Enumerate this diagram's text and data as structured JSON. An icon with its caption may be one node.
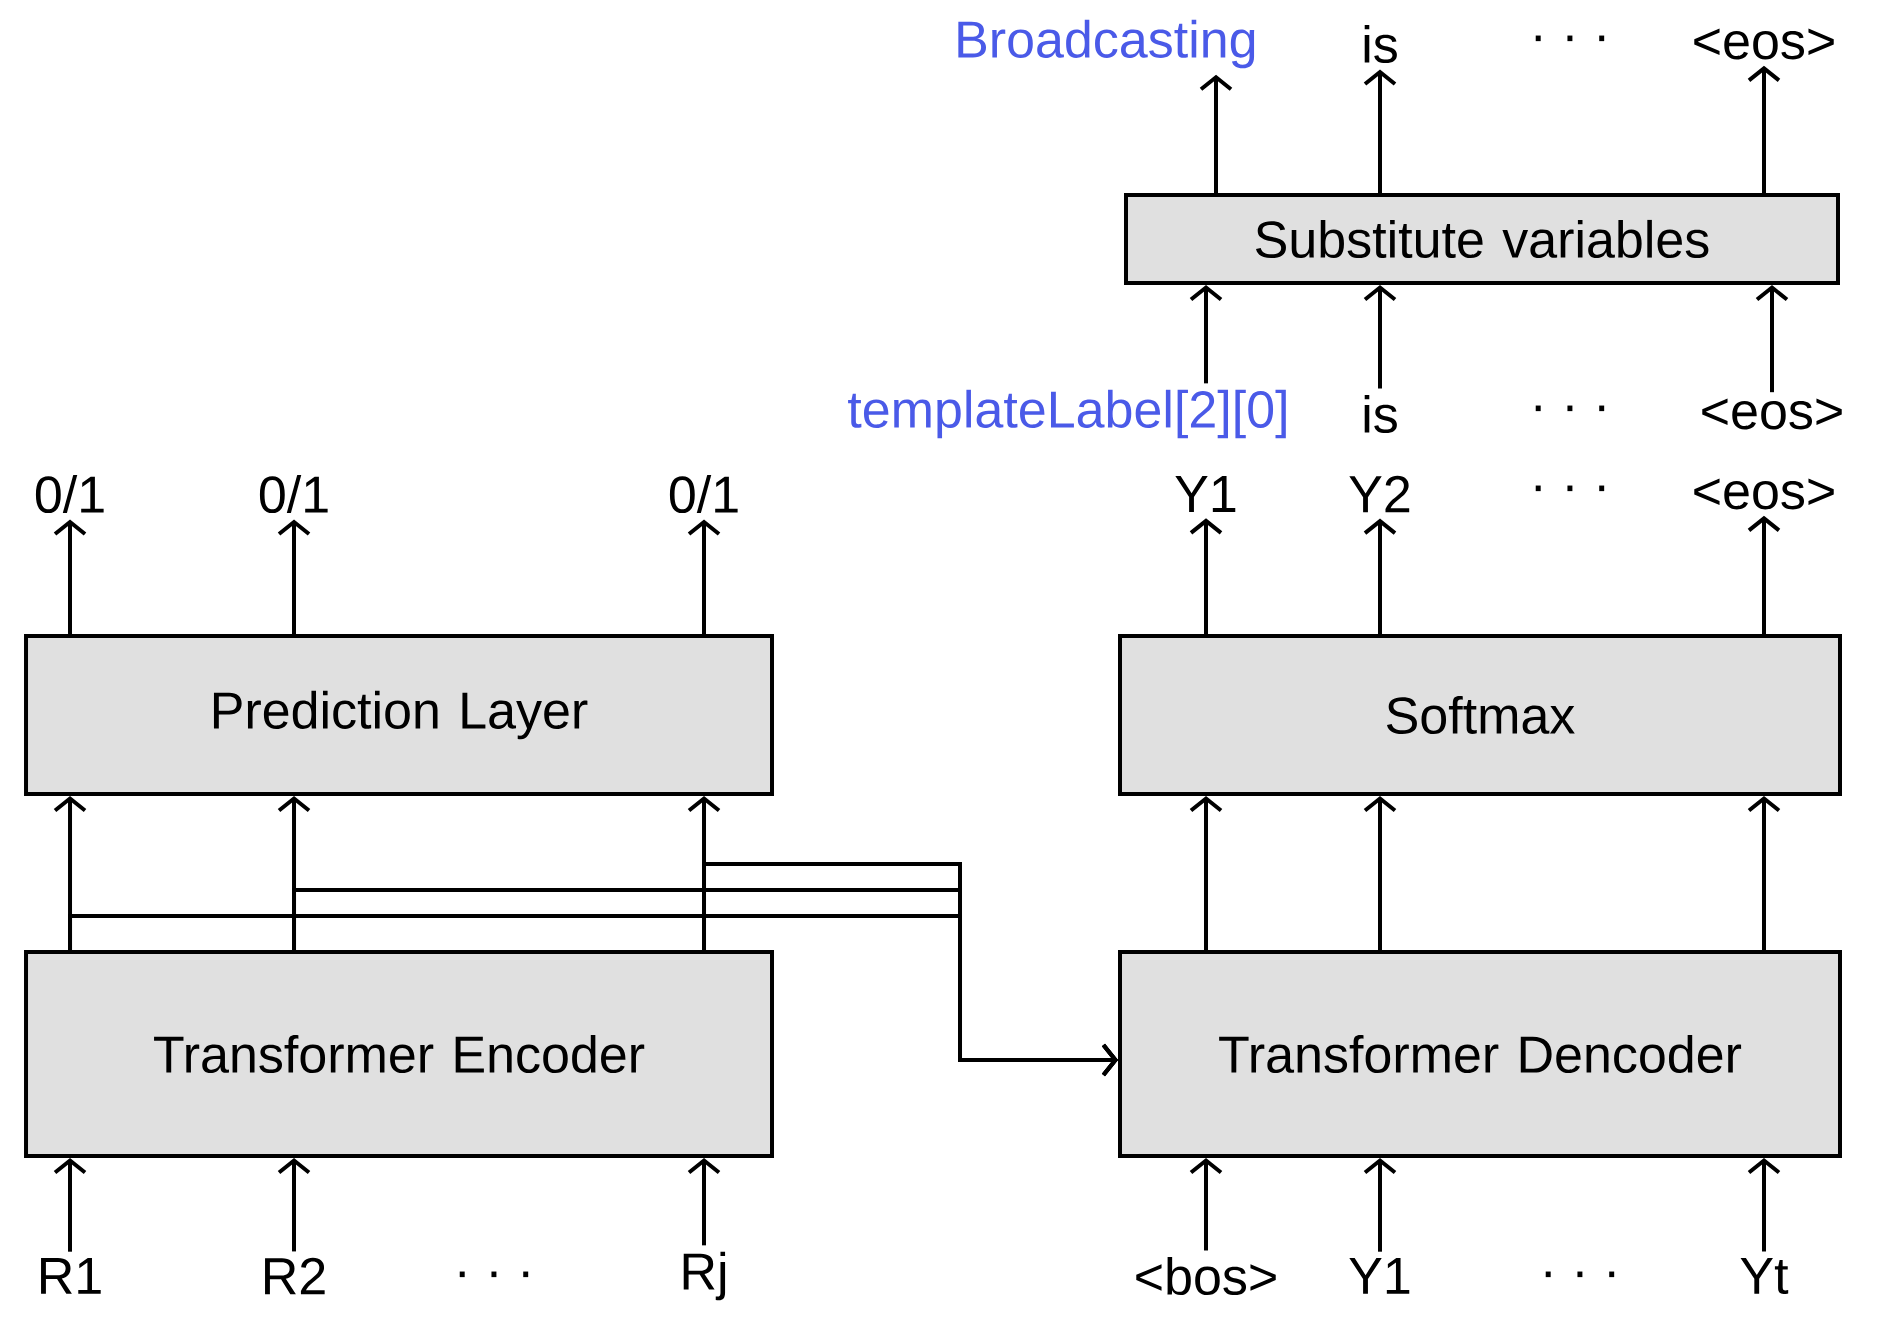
{
  "diagram": {
    "nodes": [
      {
        "text": [
          "Broadcasting"
        ]
      },
      {
        "text": [
          "is"
        ]
      },
      {
        "text": [
          "<eos>"
        ]
      },
      {
        "text": [
          "Substitute variables"
        ]
      },
      {
        "text": [
          "templateLabel[2][0]"
        ]
      },
      {
        "text": [
          "is"
        ]
      },
      {
        "text": [
          "<eos>"
        ]
      },
      {
        "text": [
          "0/1"
        ]
      },
      {
        "text": [
          "0/1"
        ]
      },
      {
        "text": [
          "0/1"
        ]
      },
      {
        "text": [
          "Y1"
        ]
      },
      {
        "text": [
          "Y2"
        ]
      },
      {
        "text": [
          "<eos>"
        ]
      },
      {
        "text": [
          "Prediction Layer"
        ]
      },
      {
        "text": [
          "Softmax"
        ]
      },
      {
        "text": [
          "Transformer Encoder"
        ]
      },
      {
        "text": [
          "Transformer Dencoder"
        ]
      },
      {
        "text": [
          "R1"
        ]
      },
      {
        "text": [
          "R2"
        ]
      },
      {
        "text": [
          "Rj"
        ]
      },
      {
        "text": [
          "<bos>"
        ]
      },
      {
        "text": [
          "Y1"
        ]
      },
      {
        "text": [
          "Yt"
        ]
      }
    ],
    "edges": [
      {
        "from": 3,
        "to": 0,
        "arrow": "to"
      },
      {
        "from": 3,
        "to": 1,
        "arrow": "to"
      },
      {
        "from": 3,
        "to": 2,
        "arrow": "to"
      },
      {
        "from": 4,
        "to": 3,
        "arrow": "to"
      },
      {
        "from": 5,
        "to": 3,
        "arrow": "to"
      },
      {
        "from": 6,
        "to": 3,
        "arrow": "to"
      },
      {
        "from": 13,
        "to": 7,
        "arrow": "to"
      },
      {
        "from": 13,
        "to": 8,
        "arrow": "to"
      },
      {
        "from": 13,
        "to": 9,
        "arrow": "to"
      },
      {
        "from": 14,
        "to": 10,
        "arrow": "to"
      },
      {
        "from": 14,
        "to": 11,
        "arrow": "to"
      },
      {
        "from": 14,
        "to": 12,
        "arrow": "to"
      },
      {
        "from": 15,
        "to": 13,
        "arrow": "to"
      },
      {
        "from": 15,
        "to": 13,
        "arrow": "to"
      },
      {
        "from": 15,
        "to": 13,
        "arrow": "to"
      },
      {
        "from": 16,
        "to": 14,
        "arrow": "to"
      },
      {
        "from": 16,
        "to": 14,
        "arrow": "to"
      },
      {
        "from": 16,
        "to": 14,
        "arrow": "to"
      },
      {
        "from": 17,
        "to": 15,
        "arrow": "to"
      },
      {
        "from": 18,
        "to": 15,
        "arrow": "to"
      },
      {
        "from": 19,
        "to": 15,
        "arrow": "to"
      },
      {
        "from": 20,
        "to": 16,
        "arrow": "to"
      },
      {
        "from": 21,
        "to": 16,
        "arrow": "to"
      },
      {
        "from": 22,
        "to": 16,
        "arrow": "to"
      },
      {
        "from": 15,
        "to": 16,
        "arrow": "to"
      },
      {
        "from": 15,
        "to": 16,
        "arrow": "to"
      },
      {
        "from": 15,
        "to": 16,
        "arrow": "to"
      }
    ],
    "labels": [
      "· · ·",
      "· · ·",
      "· · ·",
      "· · ·",
      "· · ·"
    ]
  }
}
